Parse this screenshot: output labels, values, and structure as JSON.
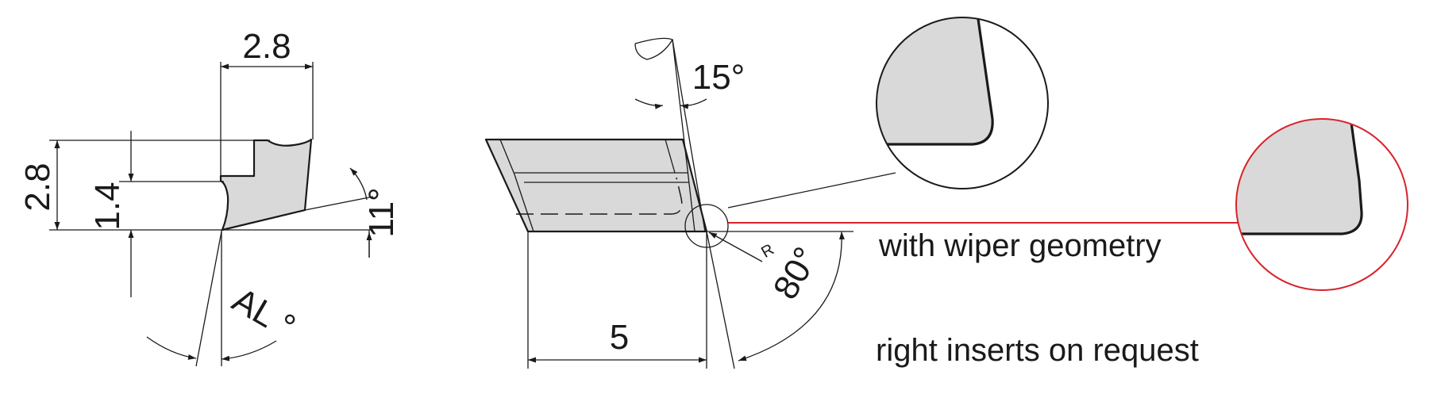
{
  "side_view": {
    "top_width": "2.8",
    "height": "2.8",
    "step_height": "1.4",
    "clearance_angle": "11°",
    "approach_angle": "AL °"
  },
  "front_view": {
    "top_angle": "15°",
    "length": "5",
    "radius_label": "R",
    "corner_angle": "80°"
  },
  "notes": {
    "wiper": "with wiper geometry",
    "request": "right inserts on request"
  },
  "colors": {
    "line": "#1a1a1a",
    "fill": "#d9d9d9",
    "highlight": "#d9232a"
  }
}
